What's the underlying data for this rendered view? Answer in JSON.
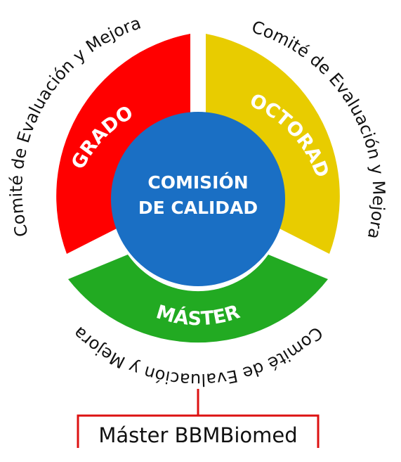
{
  "colors": {
    "grado": "#ff0000",
    "doctorado": "#e8cc00",
    "master": "#22aa22",
    "center": "#1a6fc4",
    "connector": "#dd1111"
  },
  "segments": {
    "grado": {
      "label": "GRADO",
      "arc_text": "Comité de Evaluación y Mejora"
    },
    "doctorado": {
      "label": "DOCTORADO",
      "arc_text": "Comité de Evaluación y Mejora"
    },
    "master": {
      "label": "MÁSTER",
      "arc_text": "Comité de Evaluación y Mejora"
    }
  },
  "center": {
    "line1": "COMISIÓN",
    "line2": "DE CALIDAD"
  },
  "program_box": {
    "label": "Máster BBMBiomed"
  }
}
